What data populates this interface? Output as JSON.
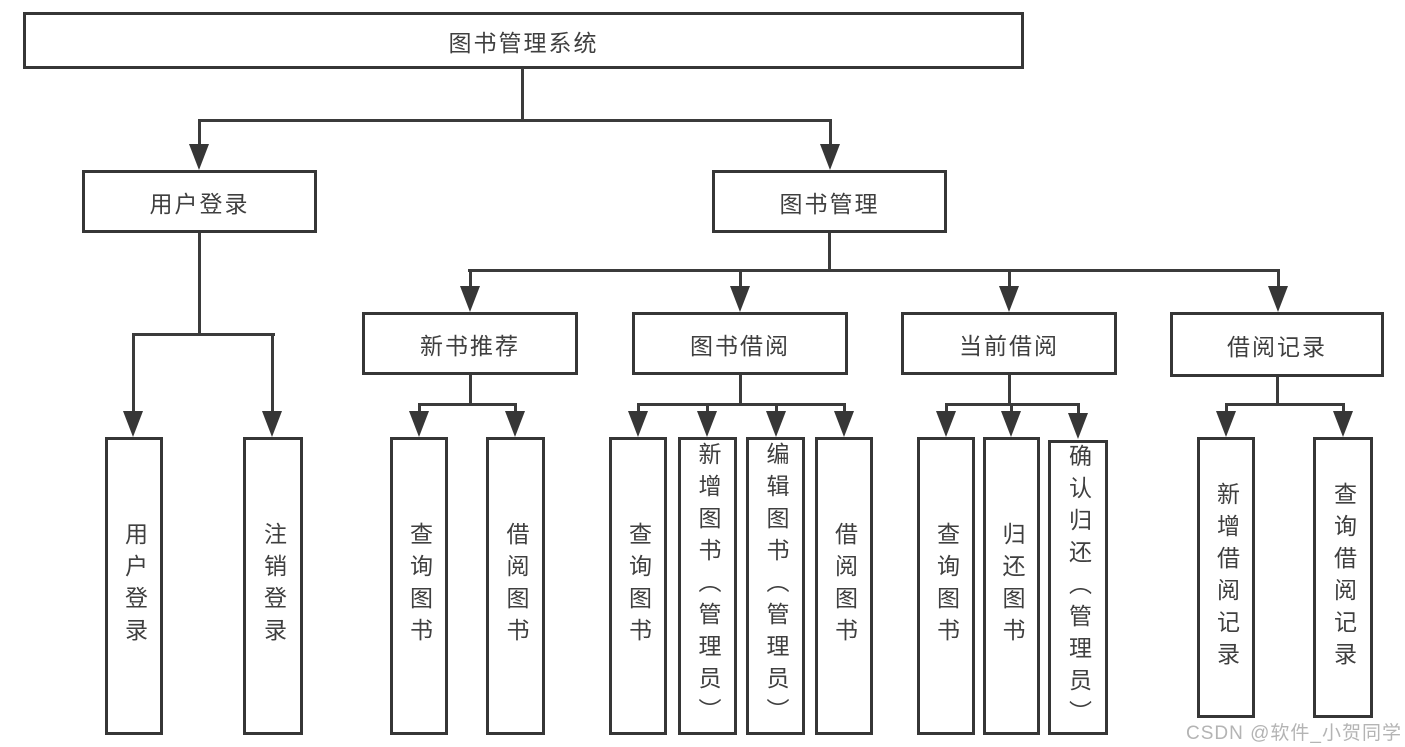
{
  "watermark": "CSDN @软件_小贺同学",
  "colors": {
    "line": "#3b3b3b",
    "border": "#363636",
    "text": "#3f3f3f",
    "watermark": "#b4b4b4"
  },
  "tree": {
    "root": "图书管理系统",
    "branches": [
      {
        "label": "用户登录",
        "children": [
          {
            "label": "用户登录"
          },
          {
            "label": "注销登录"
          }
        ]
      },
      {
        "label": "图书管理",
        "children": [
          {
            "label": "新书推荐",
            "children": [
              {
                "label": "查询图书"
              },
              {
                "label": "借阅图书"
              }
            ]
          },
          {
            "label": "图书借阅",
            "children": [
              {
                "label": "查询图书"
              },
              {
                "label": "新增图书（管理员）"
              },
              {
                "label": "编辑图书（管理员）"
              },
              {
                "label": "借阅图书"
              }
            ]
          },
          {
            "label": "当前借阅",
            "children": [
              {
                "label": "查询图书"
              },
              {
                "label": "归还图书"
              },
              {
                "label": "确认归还（管理员）"
              }
            ]
          },
          {
            "label": "借阅记录",
            "children": [
              {
                "label": "新增借阅记录"
              },
              {
                "label": "查询借阅记录"
              }
            ]
          }
        ]
      }
    ]
  }
}
